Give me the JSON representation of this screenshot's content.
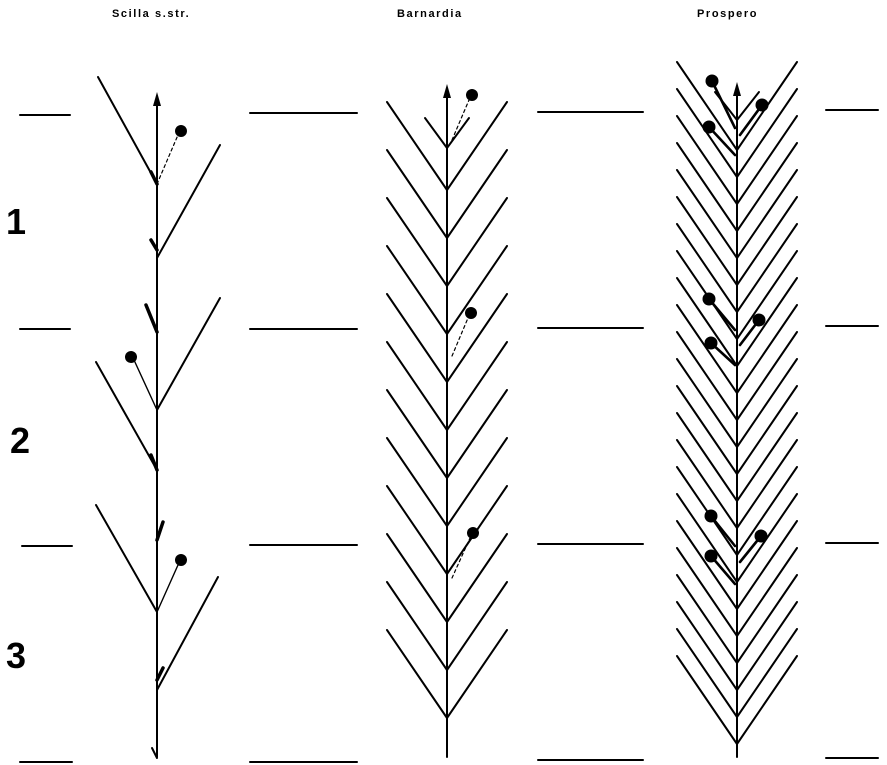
{
  "columns": [
    {
      "key": "scilla",
      "title": "Scilla s.str."
    },
    {
      "key": "barnardia",
      "title": "Barnardia"
    },
    {
      "key": "prospero",
      "title": "Prospero"
    }
  ],
  "rows": [
    {
      "label": "1"
    },
    {
      "label": "2"
    },
    {
      "label": "3"
    }
  ],
  "colors": {
    "ink": "#000000",
    "background": "#ffffff"
  }
}
